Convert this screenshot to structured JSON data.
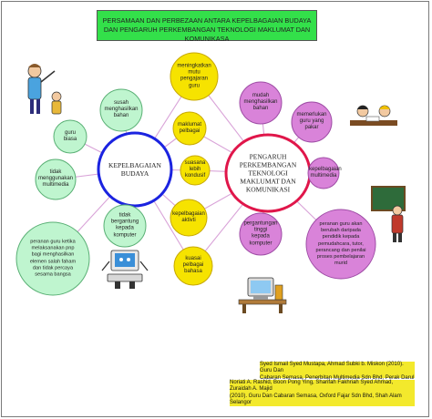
{
  "title": "PERSAMAAN DAN PERBEZAAN ANTARA KEPELBAGAIAN BUDAYA DAN PENGARUH\nPERKEMBANGAN TEKNOLOGI MAKLUMAT DAN KOMUNIKASA",
  "colors": {
    "title_bg": "#33e04a",
    "reference_bg": "#f3e92c",
    "line": "#d9a3d8",
    "green_node": "#bff5cf",
    "green_edge": "#5ab075",
    "yellow_node": "#f6e300",
    "yellow_edge": "#c7a800",
    "purple_node": "#d983d9",
    "purple_edge": "#9e4ca5",
    "left_hub_ring": "#1b23e0",
    "right_hub_ring": "#e0164a",
    "hub_fill": "#ffffff"
  },
  "left_hub": {
    "label": "KEPELBAGAIAN\nBUDAYA"
  },
  "right_hub": {
    "label": "PENGARUH\nPERKEMBANGAN\nTEKNOLOGI\nMAKLUMAT DAN\nKOMUNIKASI"
  },
  "left_nodes": [
    {
      "label": "susah\nmenghasilkan\nbahan"
    },
    {
      "label": "guru\nbiasa"
    },
    {
      "label": "tidak\nmenggunakan\nmultimedia"
    },
    {
      "label": "tidak\nbergantung\nkepada\nkomputer"
    },
    {
      "label": "peranan guru ketika\nmelaksanakan pnp\nbagi menghasilkan\nelemen salah faham\ndan tidak percaya\nsesama bangsa"
    }
  ],
  "middle_nodes": [
    {
      "label": "meningkatkan\nmutu\npengajaran\nguru"
    },
    {
      "label": "maklumat\npelbagai"
    },
    {
      "label": "suasana\nlebih\nkondusif"
    },
    {
      "label": "kepelbagaian\naktivti"
    },
    {
      "label": "kuasai\npelbagai\nbahasa"
    }
  ],
  "right_nodes": [
    {
      "label": "mudah\nmenghasilkan\nbahan"
    },
    {
      "label": "memerlukan\nguru yang\npakar"
    },
    {
      "label": "kepelbagaian\nmultimedia"
    },
    {
      "label": "pergantungan\ntinggi\nkepada\nkomputer"
    },
    {
      "label": "peranan guru akan\nberubah daripada\npendidik kepada\npemudahcara, tutor,\nperancang dan penilai\nproses pembelajaran\nmurid"
    }
  ],
  "icons": [
    "teacher-cartoon-icon",
    "writing-children-icon",
    "computer-character-icon",
    "teacher-board-icon",
    "desk-computer-icon"
  ],
  "references": [
    "Syed Ismail Syed Mustapa, Ahmad Subki b. Miskon (2010). Guru Dan\nCabaran Semasa, Penerbitan Multimedia Sdn Bhd, Perak Darul Ridzuan",
    "Noriati A. Rashid, Boon Pong Ying, Sharifah Fakhriah Syed Ahmad, Zuraidah A. Majid\n(2010). Guru Dan Cabaran Semasa, Oxford Fajar Sdn Bhd, Shah Alam Selangor"
  ]
}
